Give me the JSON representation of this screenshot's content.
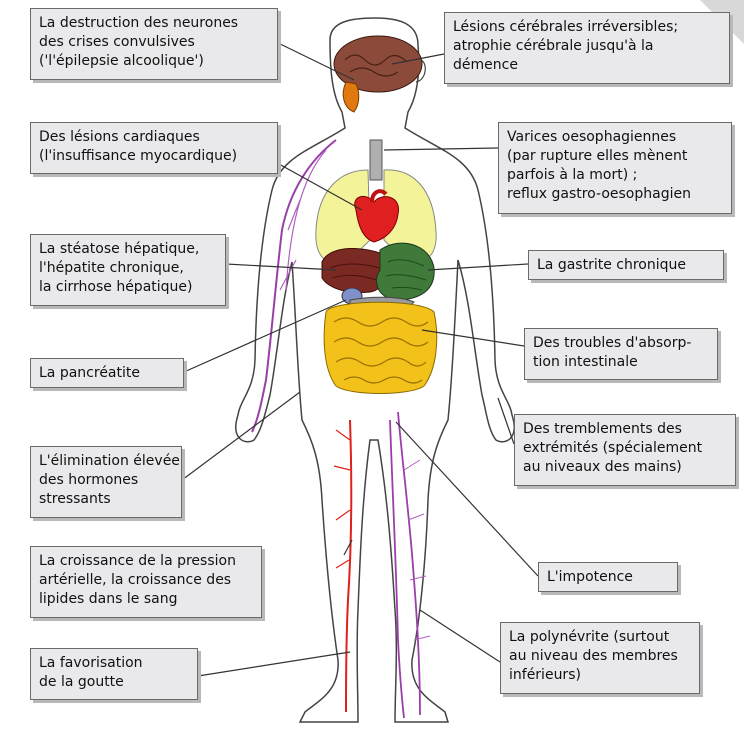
{
  "labels": {
    "neurones": "La destruction des neurones\ndes crises convulsives\n('l'épilepsie alcoolique')",
    "lesions_cerebrales": "Lésions cérébrales irréversibles;\natrophie cérébrale jusqu'à la\ndémence",
    "cardiaques": "Des lésions cardiaques\n(l'insuffisance myocardique)",
    "varices": "Varices oesophagiennes\n(par rupture elles mènent\nparfois à la mort) ;\nreflux gastro-oesophagien",
    "steatose": "La stéatose hépatique,\nl'hépatite chronique,\nla cirrhose hépatique)",
    "gastrite": "La gastrite chronique",
    "pancreatite": "La pancréatite",
    "absorption": "Des troubles d'absorp-\ntion intestinale",
    "hormones": "L'élimination élevée\ndes hormones\nstressants",
    "tremblements": "Des tremblements des\nextrémités (spécialement\nau niveaux des mains)",
    "pression": "La croissance de la pression\nartérielle, la croissance des\nlipides dans le sang",
    "impotence": "L'impotence",
    "goutte": "La favorisation\nde la goutte",
    "polynevrite": "La polynévrite (surtout\nau niveau des membres\ninférieurs)"
  },
  "colors": {
    "brain": "#8b4a3a",
    "brainstem": "#e07a10",
    "lungs": "#f3f39a",
    "heart": "#e02020",
    "liver": "#7a2a22",
    "stomach": "#3f7a3a",
    "intestines": "#f2c21a",
    "artery": "#e0201a",
    "nerves": "#9a3fa8"
  }
}
